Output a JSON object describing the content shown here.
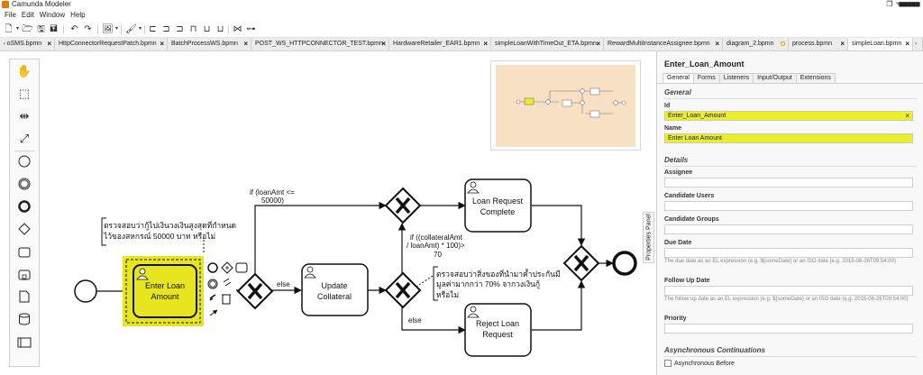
{
  "window": {
    "title": "Camunda Modeler",
    "restore_icon": "restore-icon",
    "close_icon": "close-icon",
    "user": "ฯ▆▆▆▆▆"
  },
  "menu": [
    "File",
    "Edit",
    "Window",
    "Help"
  ],
  "tabs": [
    {
      "label": "oSMS.bpmn",
      "close": "×"
    },
    {
      "label": "HttpConnectorRequestPatch.bpmn",
      "close": "×"
    },
    {
      "label": "BatchProcessWS.bpmn",
      "close": "×"
    },
    {
      "label": "POST_WS_HTTPCONNECTOR_TEST.bpmn",
      "close": "×"
    },
    {
      "label": "HardwareRetailer_EAR1.bpmn",
      "close": "×"
    },
    {
      "label": "simpleLoanWithTimeOut_ETA.bpmn",
      "close": "×"
    },
    {
      "label": "RewardMultiInstanceAssignee.bpmn",
      "close": "×"
    },
    {
      "label": "diagram_2.bpmn",
      "close": ""
    },
    {
      "label": "process.bpmn",
      "close": "×"
    },
    {
      "label": "simpleLoan.bpmn",
      "close": "×"
    }
  ],
  "diagram": {
    "task_enter_loan": "Enter Loan Amount",
    "task_enter_loan_lines": [
      "Enter Loan",
      "Amount"
    ],
    "task_update_lines": [
      "Update",
      "Collateral"
    ],
    "task_complete_lines": [
      "Loan Request",
      "Complete"
    ],
    "task_reject_lines": [
      "Reject Loan",
      "Request"
    ],
    "annotation1_lines": [
      "ตรวจสอบว่ากู้ไปเงินวงเงินสูงสุดที่กำหนด",
      "ไว้ของสหกรณ์ 50000 บาท หรือไม่"
    ],
    "annotation2_lines": [
      "ตรวจสอบว่าสิ่งของที่นำมาค้ำประกันมี",
      "มูลค่ามากกว่า 70% จากวงเงินกู้",
      "หรือไม่"
    ],
    "cond_loanamt_lines": [
      "if (loanAmt <=",
      "50000)"
    ],
    "cond_else_1": "else",
    "cond_collateral_lines": [
      "if ((collateralAmt",
      "/ loanAmt) * 100)>",
      "70"
    ],
    "cond_else_2": "else"
  },
  "properties_panel": {
    "toggle_label": "Properties Panel",
    "element_title": "Enter_Loan_Amount",
    "tabs": [
      "General",
      "Forms",
      "Listeners",
      "Input/Output",
      "Extensions"
    ],
    "section_general": "General",
    "id_label": "Id",
    "id_value": "Enter_Loan_Amount",
    "id_clear": "×",
    "name_label": "Name",
    "name_value": "Enter Loan Amount",
    "section_details": "Details",
    "assignee_label": "Assignee",
    "candidate_users_label": "Candidate Users",
    "candidate_groups_label": "Candidate Groups",
    "due_date_label": "Due Date",
    "due_date_help": "The due date as an EL expression (e.g. ${someDate} or an ISO date (e.g. 2015-06-26T09:54:00)",
    "follow_up_label": "Follow Up Date",
    "follow_up_help": "The follow up date as an EL expression (e.g. ${someDate} or an ISO date (e.g. 2015-06-26T09:54:00)",
    "priority_label": "Priority",
    "section_async": "Asynchronous Continuations",
    "async_before_label": "Asynchronous Before"
  },
  "colors": {
    "selection_highlight": "#e6e51f",
    "field_highlight": "#ecef23",
    "minimap_background": "#f7e0c4",
    "app_icon": "#e07b00"
  }
}
